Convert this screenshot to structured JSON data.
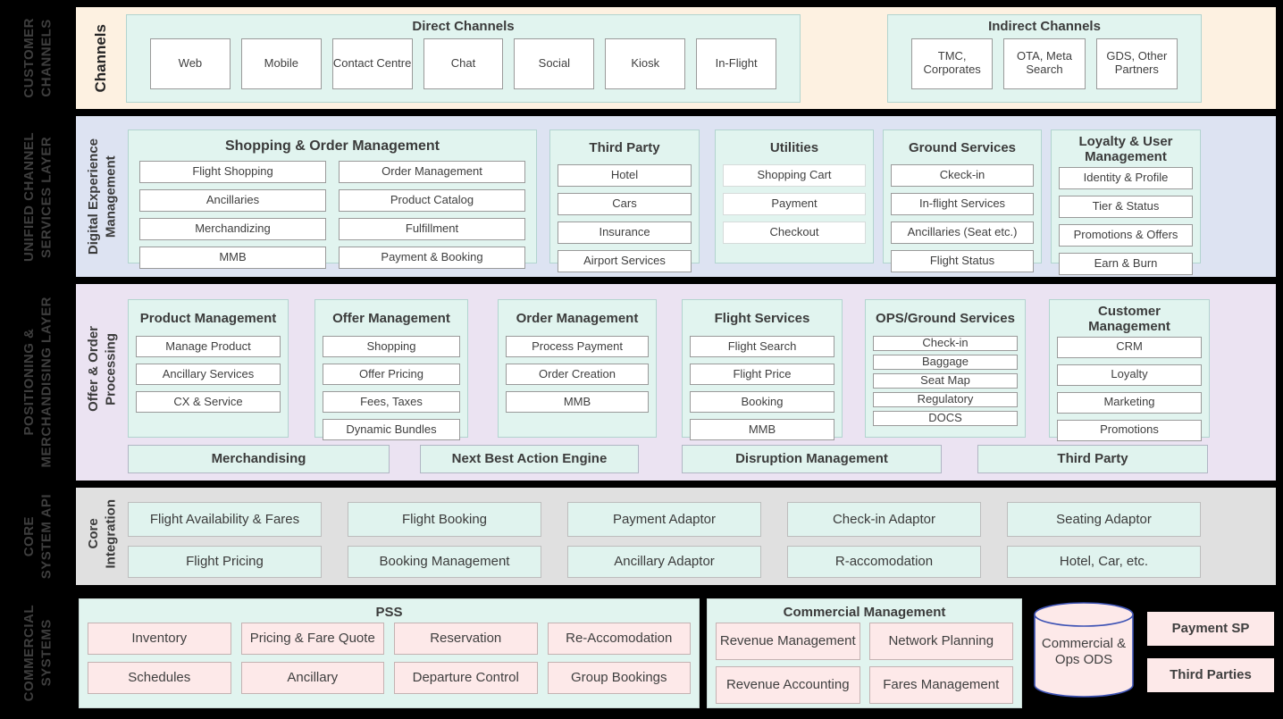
{
  "colors": {
    "background": "#000000",
    "band_customer_channels": "#fdf1e1",
    "band_unified_services": "#dde3f2",
    "band_positioning": "#ebe3f2",
    "band_core_api": "#e0e0e0",
    "panel_mint": "#e1f4ef",
    "box_white": "#ffffff",
    "box_pink": "#fde9e9",
    "cylinder_stroke": "#3d52b4",
    "text": "#3f3f3f"
  },
  "rails": {
    "customer_channels": "CUSTOMER\nCHANNELS",
    "unified": "UNIFIED CHANNEL\nSERVICES LAYER",
    "positioning": "POSITIONING &\nMERCHANDISING LAYER",
    "core": "CORE\nSYSTEM API",
    "commercial": "COMMERCIAL\nSYSTEMS"
  },
  "channels": {
    "side_label": "Channels",
    "direct": {
      "title": "Direct Channels",
      "items": [
        "Web",
        "Mobile",
        "Contact Centre",
        "Chat",
        "Social",
        "Kiosk",
        "In-Flight"
      ]
    },
    "indirect": {
      "title": "Indirect Channels",
      "items": [
        "TMC, Corporates",
        "OTA, Meta Search",
        "GDS, Other Partners"
      ]
    }
  },
  "digital_experience": {
    "side_label": "Digital Experience\nManagement",
    "shopping_order": {
      "title": "Shopping & Order Management",
      "col1": [
        "Flight Shopping",
        "Ancillaries",
        "Merchandizing",
        "MMB"
      ],
      "col2": [
        "Order Management",
        "Product Catalog",
        "Fulfillment",
        "Payment & Booking"
      ]
    },
    "third_party": {
      "title": "Third Party",
      "items": [
        "Hotel",
        "Cars",
        "Insurance",
        "Airport Services"
      ]
    },
    "utilities": {
      "title": "Utilities",
      "items": [
        "Shopping Cart",
        "Payment",
        "Checkout"
      ]
    },
    "ground_services": {
      "title": "Ground Services",
      "items": [
        "Ckeck-in",
        "In-flight Services",
        "Ancillaries (Seat etc.)",
        "Flight Status"
      ]
    },
    "loyalty": {
      "title": "Loyalty & User Management",
      "items": [
        "Identity & Profile",
        "Tier & Status",
        "Promotions & Offers",
        "Earn & Burn"
      ]
    }
  },
  "offer_order": {
    "side_label": "Offer & Order\nProcessing",
    "product_management": {
      "title": "Product Management",
      "items": [
        "Manage Product",
        "Ancillary Services",
        "CX & Service"
      ]
    },
    "offer_management": {
      "title": "Offer Management",
      "items": [
        "Shopping",
        "Offer Pricing",
        "Fees, Taxes",
        "Dynamic Bundles"
      ]
    },
    "order_management": {
      "title": "Order Management",
      "items": [
        "Process Payment",
        "Order Creation",
        "MMB"
      ]
    },
    "flight_services": {
      "title": "Flight Services",
      "items": [
        "Flight Search",
        "Flight Price",
        "Booking",
        "MMB"
      ]
    },
    "ops_ground": {
      "title": "OPS/Ground Services",
      "items": [
        "Check-in",
        "Baggage",
        "Seat Map",
        "Regulatory",
        "DOCS"
      ]
    },
    "customer_management": {
      "title": "Customer Management",
      "items": [
        "CRM",
        "Loyalty",
        "Marketing",
        "Promotions"
      ]
    },
    "bottom": [
      "Merchandising",
      "Next Best Action Engine",
      "Disruption Management",
      "Third Party"
    ]
  },
  "core_integration": {
    "side_label": "Core\nIntegration",
    "row1": [
      "Flight Availability & Fares",
      "Flight Booking",
      "Payment Adaptor",
      "Check-in Adaptor",
      "Seating Adaptor"
    ],
    "row2": [
      "Flight Pricing",
      "Booking Management",
      "Ancillary Adaptor",
      "R-accomodation",
      "Hotel, Car, etc."
    ]
  },
  "commercial_systems": {
    "pss": {
      "title": "PSS",
      "row1": [
        "Inventory",
        "Pricing & Fare Quote",
        "Reservation",
        "Re-Accomodation"
      ],
      "row2": [
        "Schedules",
        "Ancillary",
        "Departure Control",
        "Group Bookings"
      ]
    },
    "commercial_management": {
      "title": "Commercial Management",
      "row1": [
        "Revenue Management",
        "Network Planning"
      ],
      "row2": [
        "Revenue Accounting",
        "Fares Management"
      ]
    },
    "ods": "Commercial & Ops ODS",
    "payment_sp": "Payment SP",
    "third_parties": "Third Parties"
  }
}
